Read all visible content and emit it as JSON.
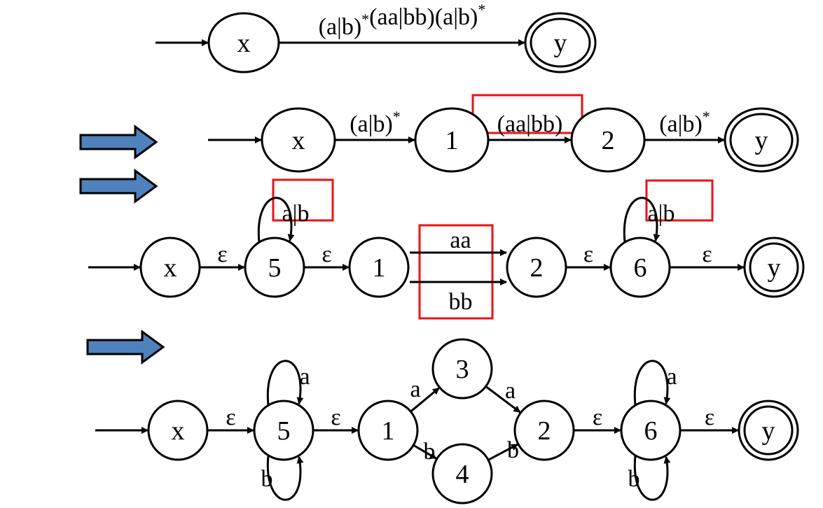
{
  "title": "Regular expression to NFA construction: (a|b)*(aa|bb)(a|b)*",
  "colors": {
    "highlight": "#ee1111",
    "step_arrow": "#4f81bd",
    "ink": "#000000"
  },
  "step_arrows": [
    {
      "id": "step-1",
      "icon": "block-right-arrow"
    },
    {
      "id": "step-2",
      "icon": "block-right-arrow"
    },
    {
      "id": "step-3",
      "icon": "block-right-arrow"
    }
  ],
  "rows": [
    {
      "id": "row1",
      "nodes": [
        {
          "id": "x",
          "label": "x",
          "start": true,
          "accept": false
        },
        {
          "id": "y",
          "label": "y",
          "start": false,
          "accept": true
        }
      ],
      "edges": [
        {
          "from": "x",
          "to": "y",
          "parts": [
            [
              "(a|b)",
              "*"
            ],
            [
              "(aa|bb)",
              ""
            ],
            [
              "(a|b)",
              "*"
            ]
          ],
          "highlight": false
        }
      ]
    },
    {
      "id": "row2",
      "nodes": [
        {
          "id": "x",
          "label": "x",
          "start": true,
          "accept": false
        },
        {
          "id": "1",
          "label": "1",
          "start": false,
          "accept": false
        },
        {
          "id": "2",
          "label": "2",
          "start": false,
          "accept": false
        },
        {
          "id": "y",
          "label": "y",
          "start": false,
          "accept": true
        }
      ],
      "edges": [
        {
          "from": "x",
          "to": "1",
          "parts": [
            [
              "(a|b)",
              "*"
            ]
          ],
          "highlight": false
        },
        {
          "from": "1",
          "to": "2",
          "parts": [
            [
              "(aa|bb)",
              ""
            ]
          ],
          "highlight": true
        },
        {
          "from": "2",
          "to": "y",
          "parts": [
            [
              "(a|b)",
              "*"
            ]
          ],
          "highlight": false
        }
      ]
    },
    {
      "id": "row3",
      "nodes": [
        {
          "id": "x",
          "label": "x",
          "start": true,
          "accept": false
        },
        {
          "id": "5",
          "label": "5",
          "start": false,
          "accept": false
        },
        {
          "id": "1",
          "label": "1",
          "start": false,
          "accept": false
        },
        {
          "id": "2",
          "label": "2",
          "start": false,
          "accept": false
        },
        {
          "id": "6",
          "label": "6",
          "start": false,
          "accept": false
        },
        {
          "id": "y",
          "label": "y",
          "start": false,
          "accept": true
        }
      ],
      "edges": [
        {
          "from": "x",
          "to": "5",
          "label": "ε"
        },
        {
          "from": "5",
          "to": "5",
          "label": "a|b",
          "loop": "top",
          "highlight": true
        },
        {
          "from": "5",
          "to": "1",
          "label": "ε"
        },
        {
          "from": "1",
          "to": "2",
          "label": "aa",
          "lane": "upper",
          "highlight": true
        },
        {
          "from": "1",
          "to": "2",
          "label": "bb",
          "lane": "lower",
          "highlight": true
        },
        {
          "from": "2",
          "to": "6",
          "label": "ε"
        },
        {
          "from": "6",
          "to": "6",
          "label": "a|b",
          "loop": "top",
          "highlight": true
        },
        {
          "from": "6",
          "to": "y",
          "label": "ε"
        }
      ]
    },
    {
      "id": "row4",
      "nodes": [
        {
          "id": "x",
          "label": "x",
          "start": true,
          "accept": false
        },
        {
          "id": "5",
          "label": "5",
          "start": false,
          "accept": false
        },
        {
          "id": "1",
          "label": "1",
          "start": false,
          "accept": false
        },
        {
          "id": "3",
          "label": "3",
          "start": false,
          "accept": false
        },
        {
          "id": "4",
          "label": "4",
          "start": false,
          "accept": false
        },
        {
          "id": "2",
          "label": "2",
          "start": false,
          "accept": false
        },
        {
          "id": "6",
          "label": "6",
          "start": false,
          "accept": false
        },
        {
          "id": "y",
          "label": "y",
          "start": false,
          "accept": true
        }
      ],
      "edges": [
        {
          "from": "x",
          "to": "5",
          "label": "ε"
        },
        {
          "from": "5",
          "to": "5",
          "label": "a",
          "loop": "top"
        },
        {
          "from": "5",
          "to": "5",
          "label": "b",
          "loop": "bottom"
        },
        {
          "from": "5",
          "to": "1",
          "label": "ε"
        },
        {
          "from": "1",
          "to": "3",
          "label": "a"
        },
        {
          "from": "3",
          "to": "2",
          "label": "a"
        },
        {
          "from": "1",
          "to": "4",
          "label": "b"
        },
        {
          "from": "4",
          "to": "2",
          "label": "b"
        },
        {
          "from": "2",
          "to": "6",
          "label": "ε"
        },
        {
          "from": "6",
          "to": "6",
          "label": "a",
          "loop": "top"
        },
        {
          "from": "6",
          "to": "6",
          "label": "b",
          "loop": "bottom"
        },
        {
          "from": "6",
          "to": "y",
          "label": "ε"
        }
      ]
    }
  ]
}
